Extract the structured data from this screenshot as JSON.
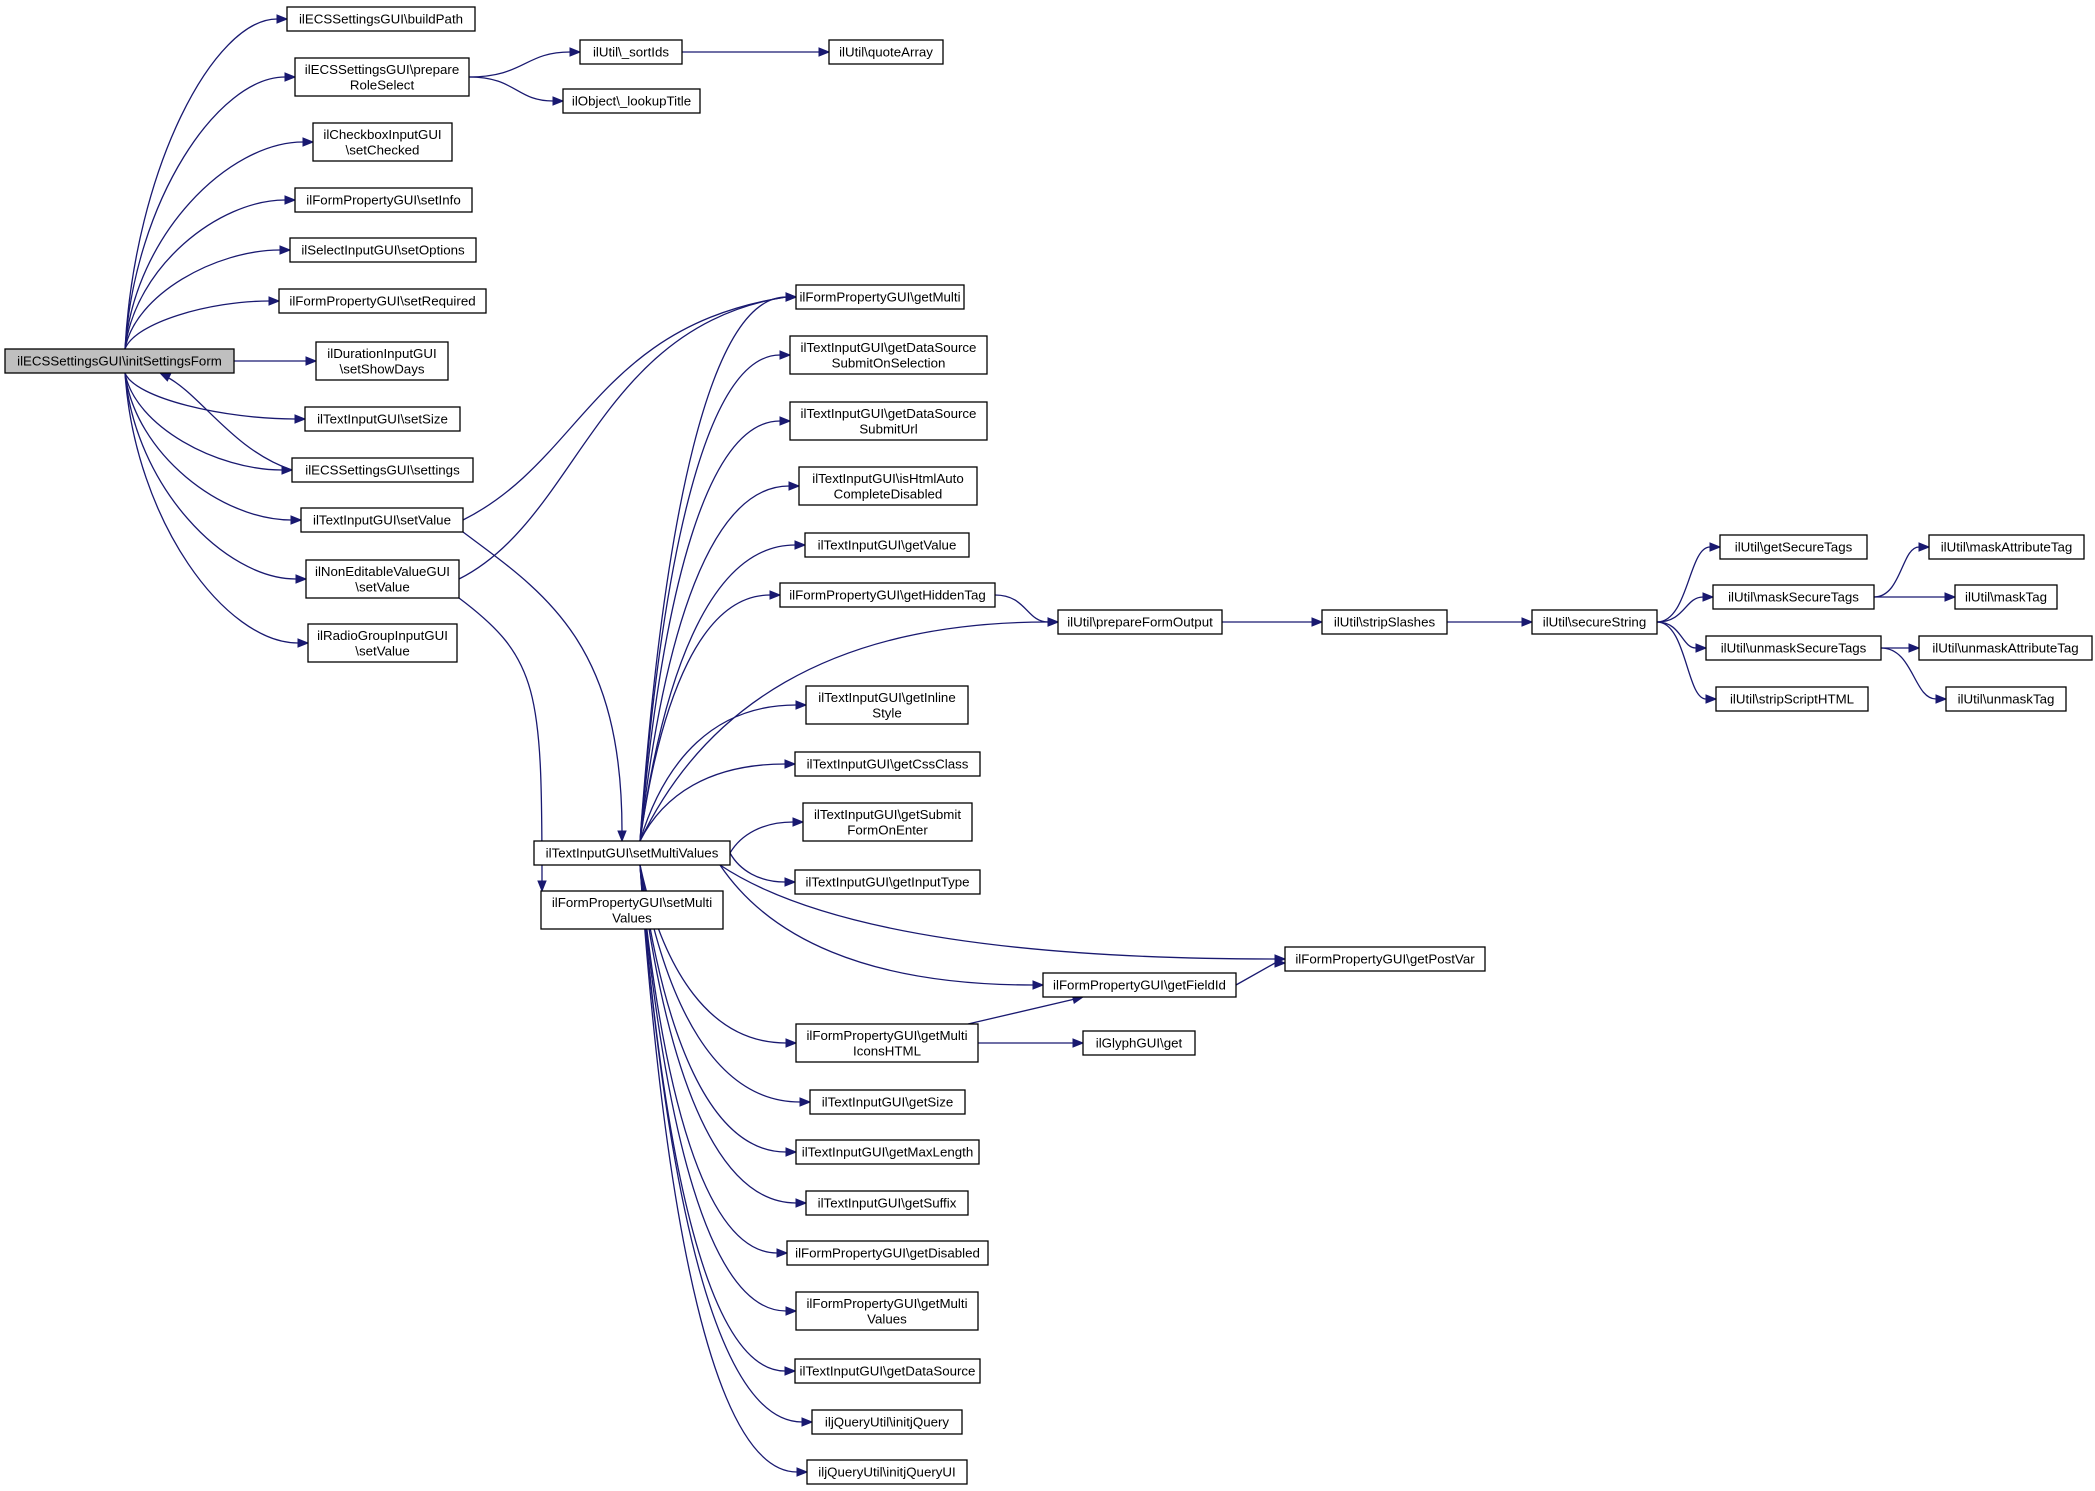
{
  "graph": {
    "nodes": [
      {
        "id": "root",
        "lines": [
          "ilECSSettingsGUI\\initSettingsForm"
        ],
        "root": true
      },
      {
        "id": "buildPath",
        "lines": [
          "ilECSSettingsGUI\\buildPath"
        ]
      },
      {
        "id": "prepareRoleSelect",
        "lines": [
          "ilECSSettingsGUI\\prepare",
          "RoleSelect"
        ]
      },
      {
        "id": "sortIds",
        "lines": [
          "ilUtil\\_sortIds"
        ]
      },
      {
        "id": "quoteArray",
        "lines": [
          "ilUtil\\quoteArray"
        ]
      },
      {
        "id": "lookupTitle",
        "lines": [
          "ilObject\\_lookupTitle"
        ]
      },
      {
        "id": "setChecked",
        "lines": [
          "ilCheckboxInputGUI",
          "\\setChecked"
        ]
      },
      {
        "id": "setInfo",
        "lines": [
          "ilFormPropertyGUI\\setInfo"
        ]
      },
      {
        "id": "setOptions",
        "lines": [
          "ilSelectInputGUI\\setOptions"
        ]
      },
      {
        "id": "setRequired",
        "lines": [
          "ilFormPropertyGUI\\setRequired"
        ]
      },
      {
        "id": "setShowDays",
        "lines": [
          "ilDurationInputGUI",
          "\\setShowDays"
        ]
      },
      {
        "id": "setSize",
        "lines": [
          "ilTextInputGUI\\setSize"
        ]
      },
      {
        "id": "settings",
        "lines": [
          "ilECSSettingsGUI\\settings"
        ]
      },
      {
        "id": "setValue",
        "lines": [
          "ilTextInputGUI\\setValue"
        ]
      },
      {
        "id": "nonEditSetValue",
        "lines": [
          "ilNonEditableValueGUI",
          "\\setValue"
        ]
      },
      {
        "id": "radioSetValue",
        "lines": [
          "ilRadioGroupInputGUI",
          "\\setValue"
        ]
      },
      {
        "id": "setMultiValues",
        "lines": [
          "ilTextInputGUI\\setMultiValues"
        ]
      },
      {
        "id": "fpSetMultiValues",
        "lines": [
          "ilFormPropertyGUI\\setMulti",
          "Values"
        ]
      },
      {
        "id": "getMulti",
        "lines": [
          "ilFormPropertyGUI\\getMulti"
        ]
      },
      {
        "id": "getDSSubmitOnSel",
        "lines": [
          "ilTextInputGUI\\getDataSource",
          "SubmitOnSelection"
        ]
      },
      {
        "id": "getDSSubmitUrl",
        "lines": [
          "ilTextInputGUI\\getDataSource",
          "SubmitUrl"
        ]
      },
      {
        "id": "isHtmlAuto",
        "lines": [
          "ilTextInputGUI\\isHtmlAuto",
          "CompleteDisabled"
        ]
      },
      {
        "id": "getValue",
        "lines": [
          "ilTextInputGUI\\getValue"
        ]
      },
      {
        "id": "getHiddenTag",
        "lines": [
          "ilFormPropertyGUI\\getHiddenTag"
        ]
      },
      {
        "id": "prepareFormOutput",
        "lines": [
          "ilUtil\\prepareFormOutput"
        ]
      },
      {
        "id": "stripSlashes",
        "lines": [
          "ilUtil\\stripSlashes"
        ]
      },
      {
        "id": "secureString",
        "lines": [
          "ilUtil\\secureString"
        ]
      },
      {
        "id": "getSecureTags",
        "lines": [
          "ilUtil\\getSecureTags"
        ]
      },
      {
        "id": "maskSecureTags",
        "lines": [
          "ilUtil\\maskSecureTags"
        ]
      },
      {
        "id": "unmaskSecureTags",
        "lines": [
          "ilUtil\\unmaskSecureTags"
        ]
      },
      {
        "id": "stripScriptHTML",
        "lines": [
          "ilUtil\\stripScriptHTML"
        ]
      },
      {
        "id": "maskAttributeTag",
        "lines": [
          "ilUtil\\maskAttributeTag"
        ]
      },
      {
        "id": "maskTag",
        "lines": [
          "ilUtil\\maskTag"
        ]
      },
      {
        "id": "unmaskAttributeTag",
        "lines": [
          "ilUtil\\unmaskAttributeTag"
        ]
      },
      {
        "id": "unmaskTag",
        "lines": [
          "ilUtil\\unmaskTag"
        ]
      },
      {
        "id": "getInlineStyle",
        "lines": [
          "ilTextInputGUI\\getInline",
          "Style"
        ]
      },
      {
        "id": "getCssClass",
        "lines": [
          "ilTextInputGUI\\getCssClass"
        ]
      },
      {
        "id": "getSubmitFormOnEnter",
        "lines": [
          "ilTextInputGUI\\getSubmit",
          "FormOnEnter"
        ]
      },
      {
        "id": "getInputType",
        "lines": [
          "ilTextInputGUI\\getInputType"
        ]
      },
      {
        "id": "getPostVar",
        "lines": [
          "ilFormPropertyGUI\\getPostVar"
        ]
      },
      {
        "id": "getFieldId",
        "lines": [
          "ilFormPropertyGUI\\getFieldId"
        ]
      },
      {
        "id": "getMultiIconsHTML",
        "lines": [
          "ilFormPropertyGUI\\getMulti",
          "IconsHTML"
        ]
      },
      {
        "id": "glyphGet",
        "lines": [
          "ilGlyphGUI\\get"
        ]
      },
      {
        "id": "getSize",
        "lines": [
          "ilTextInputGUI\\getSize"
        ]
      },
      {
        "id": "getMaxLength",
        "lines": [
          "ilTextInputGUI\\getMaxLength"
        ]
      },
      {
        "id": "getSuffix",
        "lines": [
          "ilTextInputGUI\\getSuffix"
        ]
      },
      {
        "id": "getDisabled",
        "lines": [
          "ilFormPropertyGUI\\getDisabled"
        ]
      },
      {
        "id": "getMultiValues",
        "lines": [
          "ilFormPropertyGUI\\getMulti",
          "Values"
        ]
      },
      {
        "id": "getDataSource",
        "lines": [
          "ilTextInputGUI\\getDataSource"
        ]
      },
      {
        "id": "initjQuery",
        "lines": [
          "iljQueryUtil\\initjQuery"
        ]
      },
      {
        "id": "initjQueryUI",
        "lines": [
          "iljQueryUtil\\initjQueryUI"
        ]
      }
    ],
    "edges": [
      [
        "root",
        "buildPath"
      ],
      [
        "root",
        "prepareRoleSelect"
      ],
      [
        "root",
        "setChecked"
      ],
      [
        "root",
        "setInfo"
      ],
      [
        "root",
        "setOptions"
      ],
      [
        "root",
        "setRequired"
      ],
      [
        "root",
        "setShowDays"
      ],
      [
        "root",
        "setSize"
      ],
      [
        "root",
        "settings"
      ],
      [
        "settings",
        "root"
      ],
      [
        "root",
        "setValue"
      ],
      [
        "root",
        "nonEditSetValue"
      ],
      [
        "root",
        "radioSetValue"
      ],
      [
        "prepareRoleSelect",
        "sortIds"
      ],
      [
        "sortIds",
        "quoteArray"
      ],
      [
        "prepareRoleSelect",
        "lookupTitle"
      ],
      [
        "setValue",
        "getMulti"
      ],
      [
        "setValue",
        "setMultiValues"
      ],
      [
        "nonEditSetValue",
        "getMulti"
      ],
      [
        "nonEditSetValue",
        "fpSetMultiValues"
      ],
      [
        "setMultiValues",
        "getMulti"
      ],
      [
        "setMultiValues",
        "getDSSubmitOnSel"
      ],
      [
        "setMultiValues",
        "getDSSubmitUrl"
      ],
      [
        "setMultiValues",
        "isHtmlAuto"
      ],
      [
        "setMultiValues",
        "getValue"
      ],
      [
        "setMultiValues",
        "getHiddenTag"
      ],
      [
        "setMultiValues",
        "prepareFormOutput"
      ],
      [
        "setMultiValues",
        "getInlineStyle"
      ],
      [
        "setMultiValues",
        "getCssClass"
      ],
      [
        "setMultiValues",
        "getSubmitFormOnEnter"
      ],
      [
        "setMultiValues",
        "getInputType"
      ],
      [
        "setMultiValues",
        "getPostVar"
      ],
      [
        "setMultiValues",
        "getFieldId"
      ],
      [
        "setMultiValues",
        "getMultiIconsHTML"
      ],
      [
        "setMultiValues",
        "getSize"
      ],
      [
        "setMultiValues",
        "getMaxLength"
      ],
      [
        "setMultiValues",
        "getSuffix"
      ],
      [
        "setMultiValues",
        "getDisabled"
      ],
      [
        "setMultiValues",
        "getMultiValues"
      ],
      [
        "setMultiValues",
        "getDataSource"
      ],
      [
        "setMultiValues",
        "initjQuery"
      ],
      [
        "setMultiValues",
        "initjQueryUI"
      ],
      [
        "getHiddenTag",
        "prepareFormOutput"
      ],
      [
        "prepareFormOutput",
        "stripSlashes"
      ],
      [
        "stripSlashes",
        "secureString"
      ],
      [
        "secureString",
        "getSecureTags"
      ],
      [
        "secureString",
        "maskSecureTags"
      ],
      [
        "secureString",
        "unmaskSecureTags"
      ],
      [
        "secureString",
        "stripScriptHTML"
      ],
      [
        "maskSecureTags",
        "maskAttributeTag"
      ],
      [
        "maskSecureTags",
        "maskTag"
      ],
      [
        "unmaskSecureTags",
        "unmaskAttributeTag"
      ],
      [
        "unmaskSecureTags",
        "unmaskTag"
      ],
      [
        "getFieldId",
        "getPostVar"
      ],
      [
        "getMultiIconsHTML",
        "getFieldId"
      ],
      [
        "getMultiIconsHTML",
        "glyphGet"
      ]
    ]
  }
}
